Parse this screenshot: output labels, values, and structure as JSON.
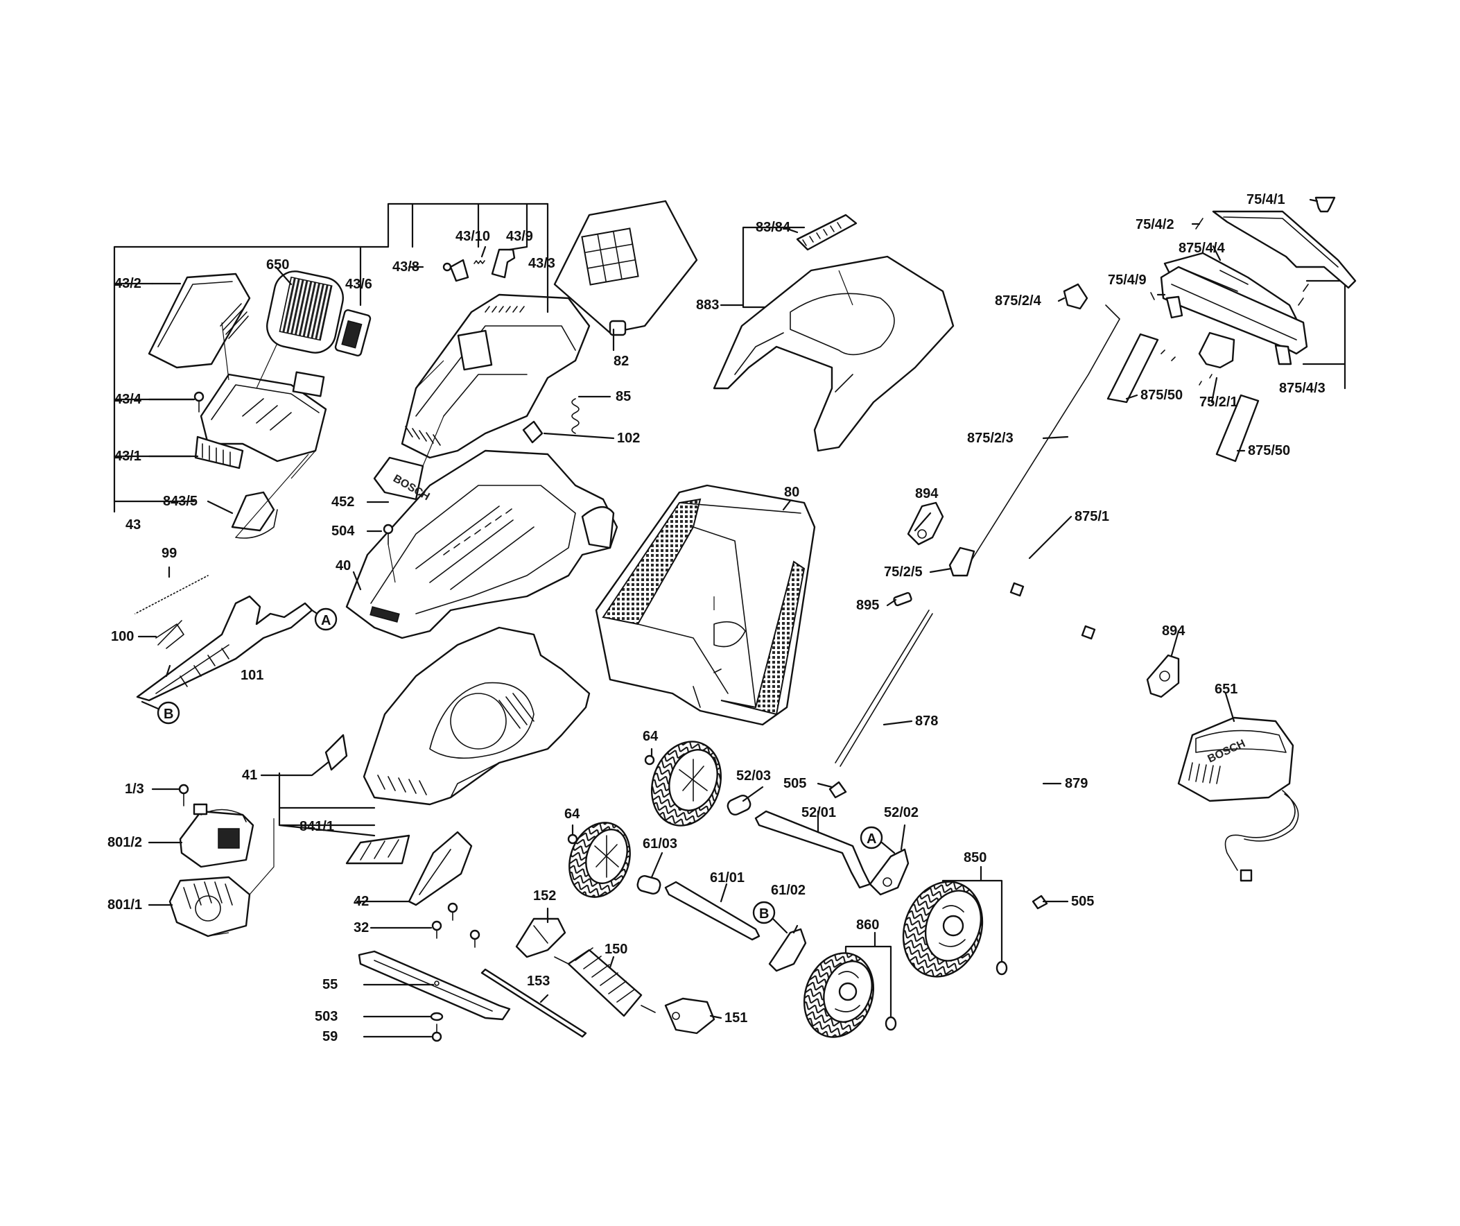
{
  "brand_stamps": {
    "battery_cover": "BOSCH",
    "housing": "BOSCH"
  },
  "callouts": [
    {
      "key": "c_43_2",
      "text": "43/2"
    },
    {
      "key": "c_650",
      "text": "650"
    },
    {
      "key": "c_43_6",
      "text": "43/6"
    },
    {
      "key": "c_43_8",
      "text": "43/8"
    },
    {
      "key": "c_43_10",
      "text": "43/10"
    },
    {
      "key": "c_43_9",
      "text": "43/9"
    },
    {
      "key": "c_43_3",
      "text": "43/3"
    },
    {
      "key": "c_43_4",
      "text": "43/4"
    },
    {
      "key": "c_43_1",
      "text": "43/1"
    },
    {
      "key": "c_843_5",
      "text": "843/5"
    },
    {
      "key": "c_43",
      "text": "43"
    },
    {
      "key": "c_82",
      "text": "82"
    },
    {
      "key": "c_85",
      "text": "85"
    },
    {
      "key": "c_102",
      "text": "102"
    },
    {
      "key": "c_452",
      "text": "452"
    },
    {
      "key": "c_504",
      "text": "504"
    },
    {
      "key": "c_40",
      "text": "40"
    },
    {
      "key": "c_99",
      "text": "99"
    },
    {
      "key": "c_100",
      "text": "100"
    },
    {
      "key": "c_101",
      "text": "101"
    },
    {
      "key": "c_41",
      "text": "41"
    },
    {
      "key": "c_1_3",
      "text": "1/3"
    },
    {
      "key": "c_801_2",
      "text": "801/2"
    },
    {
      "key": "c_801_1",
      "text": "801/1"
    },
    {
      "key": "c_841_1",
      "text": "841/1"
    },
    {
      "key": "c_42",
      "text": "42"
    },
    {
      "key": "c_32",
      "text": "32"
    },
    {
      "key": "c_55",
      "text": "55"
    },
    {
      "key": "c_503",
      "text": "503"
    },
    {
      "key": "c_59",
      "text": "59"
    },
    {
      "key": "c_83_84",
      "text": "83/84"
    },
    {
      "key": "c_883",
      "text": "883"
    },
    {
      "key": "c_80",
      "text": "80"
    },
    {
      "key": "c_64a",
      "text": "64"
    },
    {
      "key": "c_52_03",
      "text": "52/03"
    },
    {
      "key": "c_52_01",
      "text": "52/01"
    },
    {
      "key": "c_52_02",
      "text": "52/02"
    },
    {
      "key": "c_64b",
      "text": "64"
    },
    {
      "key": "c_61_03",
      "text": "61/03"
    },
    {
      "key": "c_61_01",
      "text": "61/01"
    },
    {
      "key": "c_61_02",
      "text": "61/02"
    },
    {
      "key": "c_152",
      "text": "152"
    },
    {
      "key": "c_150",
      "text": "150"
    },
    {
      "key": "c_153",
      "text": "153"
    },
    {
      "key": "c_151",
      "text": "151"
    },
    {
      "key": "c_860",
      "text": "860"
    },
    {
      "key": "c_850",
      "text": "850"
    },
    {
      "key": "c_505a",
      "text": "505"
    },
    {
      "key": "c_505b",
      "text": "505"
    },
    {
      "key": "c_879",
      "text": "879"
    },
    {
      "key": "c_878",
      "text": "878"
    },
    {
      "key": "c_895",
      "text": "895"
    },
    {
      "key": "c_75_2_5",
      "text": "75/2/5"
    },
    {
      "key": "c_894a",
      "text": "894"
    },
    {
      "key": "c_894b",
      "text": "894"
    },
    {
      "key": "c_875_1",
      "text": "875/1"
    },
    {
      "key": "c_875_2_3",
      "text": "875/2/3"
    },
    {
      "key": "c_875_2_4",
      "text": "875/2/4"
    },
    {
      "key": "c_875_50a",
      "text": "875/50"
    },
    {
      "key": "c_875_50b",
      "text": "875/50"
    },
    {
      "key": "c_75_2_1",
      "text": "75/2/1"
    },
    {
      "key": "c_875_4_3",
      "text": "875/4/3"
    },
    {
      "key": "c_75_4_9",
      "text": "75/4/9"
    },
    {
      "key": "c_875_4_4",
      "text": "875/4/4"
    },
    {
      "key": "c_75_4_2",
      "text": "75/4/2"
    },
    {
      "key": "c_75_4_1",
      "text": "75/4/1"
    },
    {
      "key": "c_651",
      "text": "651"
    }
  ],
  "reference_markers": [
    {
      "key": "ref_A_lever",
      "text": "A"
    },
    {
      "key": "ref_B_lever",
      "text": "B"
    },
    {
      "key": "ref_A_axle",
      "text": "A"
    },
    {
      "key": "ref_B_axle",
      "text": "B"
    }
  ]
}
